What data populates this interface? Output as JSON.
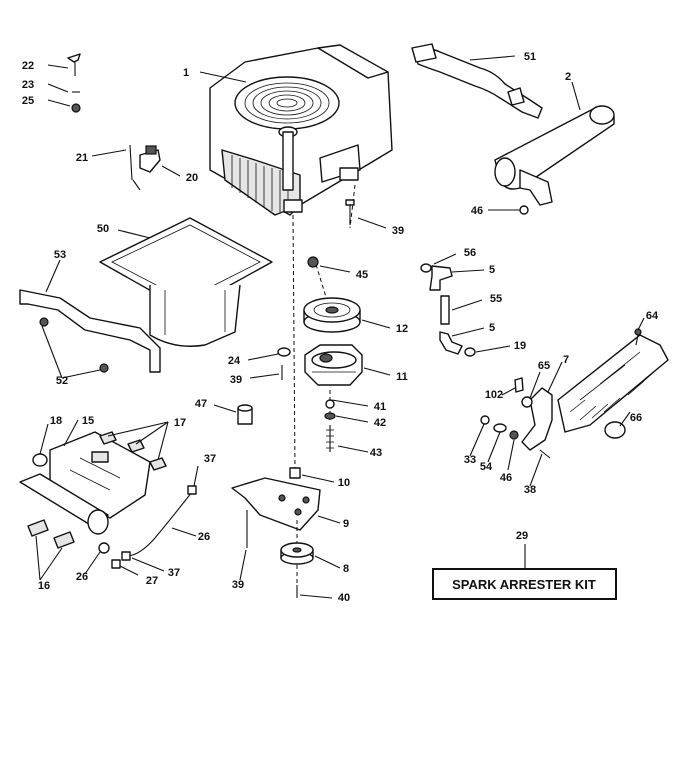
{
  "callouts": {
    "c1": "1",
    "c2": "2",
    "c5a": "5",
    "c5b": "5",
    "c7": "7",
    "c8": "8",
    "c9": "9",
    "c10": "10",
    "c11": "11",
    "c12": "12",
    "c15": "15",
    "c16": "16",
    "c17": "17",
    "c18": "18",
    "c19": "19",
    "c20": "20",
    "c21": "21",
    "c22": "22",
    "c23": "23",
    "c24": "24",
    "c25": "25",
    "c26a": "26",
    "c26b": "26",
    "c27": "27",
    "c29": "29",
    "c33": "33",
    "c37a": "37",
    "c37b": "37",
    "c38": "38",
    "c39a": "39",
    "c39b": "39",
    "c39c": "39",
    "c40": "40",
    "c41": "41",
    "c42": "42",
    "c43": "43",
    "c45": "45",
    "c46a": "46",
    "c46b": "46",
    "c47": "47",
    "c50": "50",
    "c51": "51",
    "c52": "52",
    "c53": "53",
    "c54": "54",
    "c55": "55",
    "c56": "56",
    "c64": "64",
    "c65": "65",
    "c66": "66",
    "c102": "102"
  },
  "kit_label": "SPARK ARRESTER KIT"
}
